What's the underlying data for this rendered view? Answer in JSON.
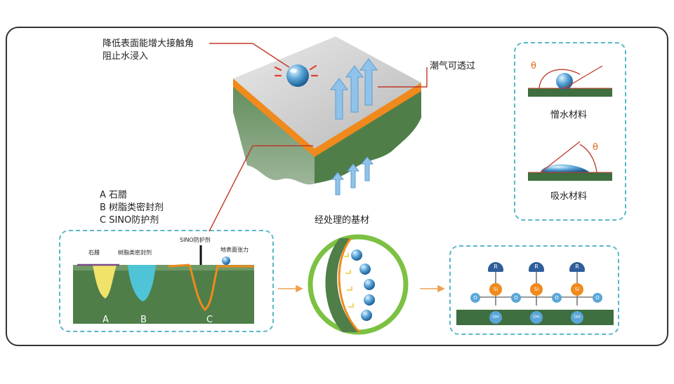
{
  "labels": {
    "reduce_surface_line1": "降低表面能增大接触角",
    "reduce_surface_line2": "阻止水浸入",
    "moisture_permeable": "潮气可透过",
    "hydrophobic_material": "憎水材料",
    "absorbent_material": "吸水材料",
    "theta": "θ",
    "legend_a": "A 石腊",
    "legend_b": "B 树脂类密封剂",
    "legend_c": "C SINO防护剂",
    "treated_substrate": "经处理的基材",
    "cs_wax": "石腊",
    "cs_resin": "树脂类密封剂",
    "cs_sino": "SINO防护剂",
    "cs_surface_tension": "地表面张力",
    "cs_a": "A",
    "cs_b": "B",
    "cs_c": "C",
    "mol_r": "R",
    "mol_si": "Si",
    "mol_o": "O",
    "mol_oh": "OH"
  },
  "colors": {
    "green_dark": "#3f6e40",
    "orange": "#f08a1c",
    "water_blue": "#5aa6d8",
    "arrow_blue": "#8fc3ea",
    "dash": "#59b8c9",
    "ring_green": "#7cc142",
    "leader_red": "#c0392b"
  }
}
